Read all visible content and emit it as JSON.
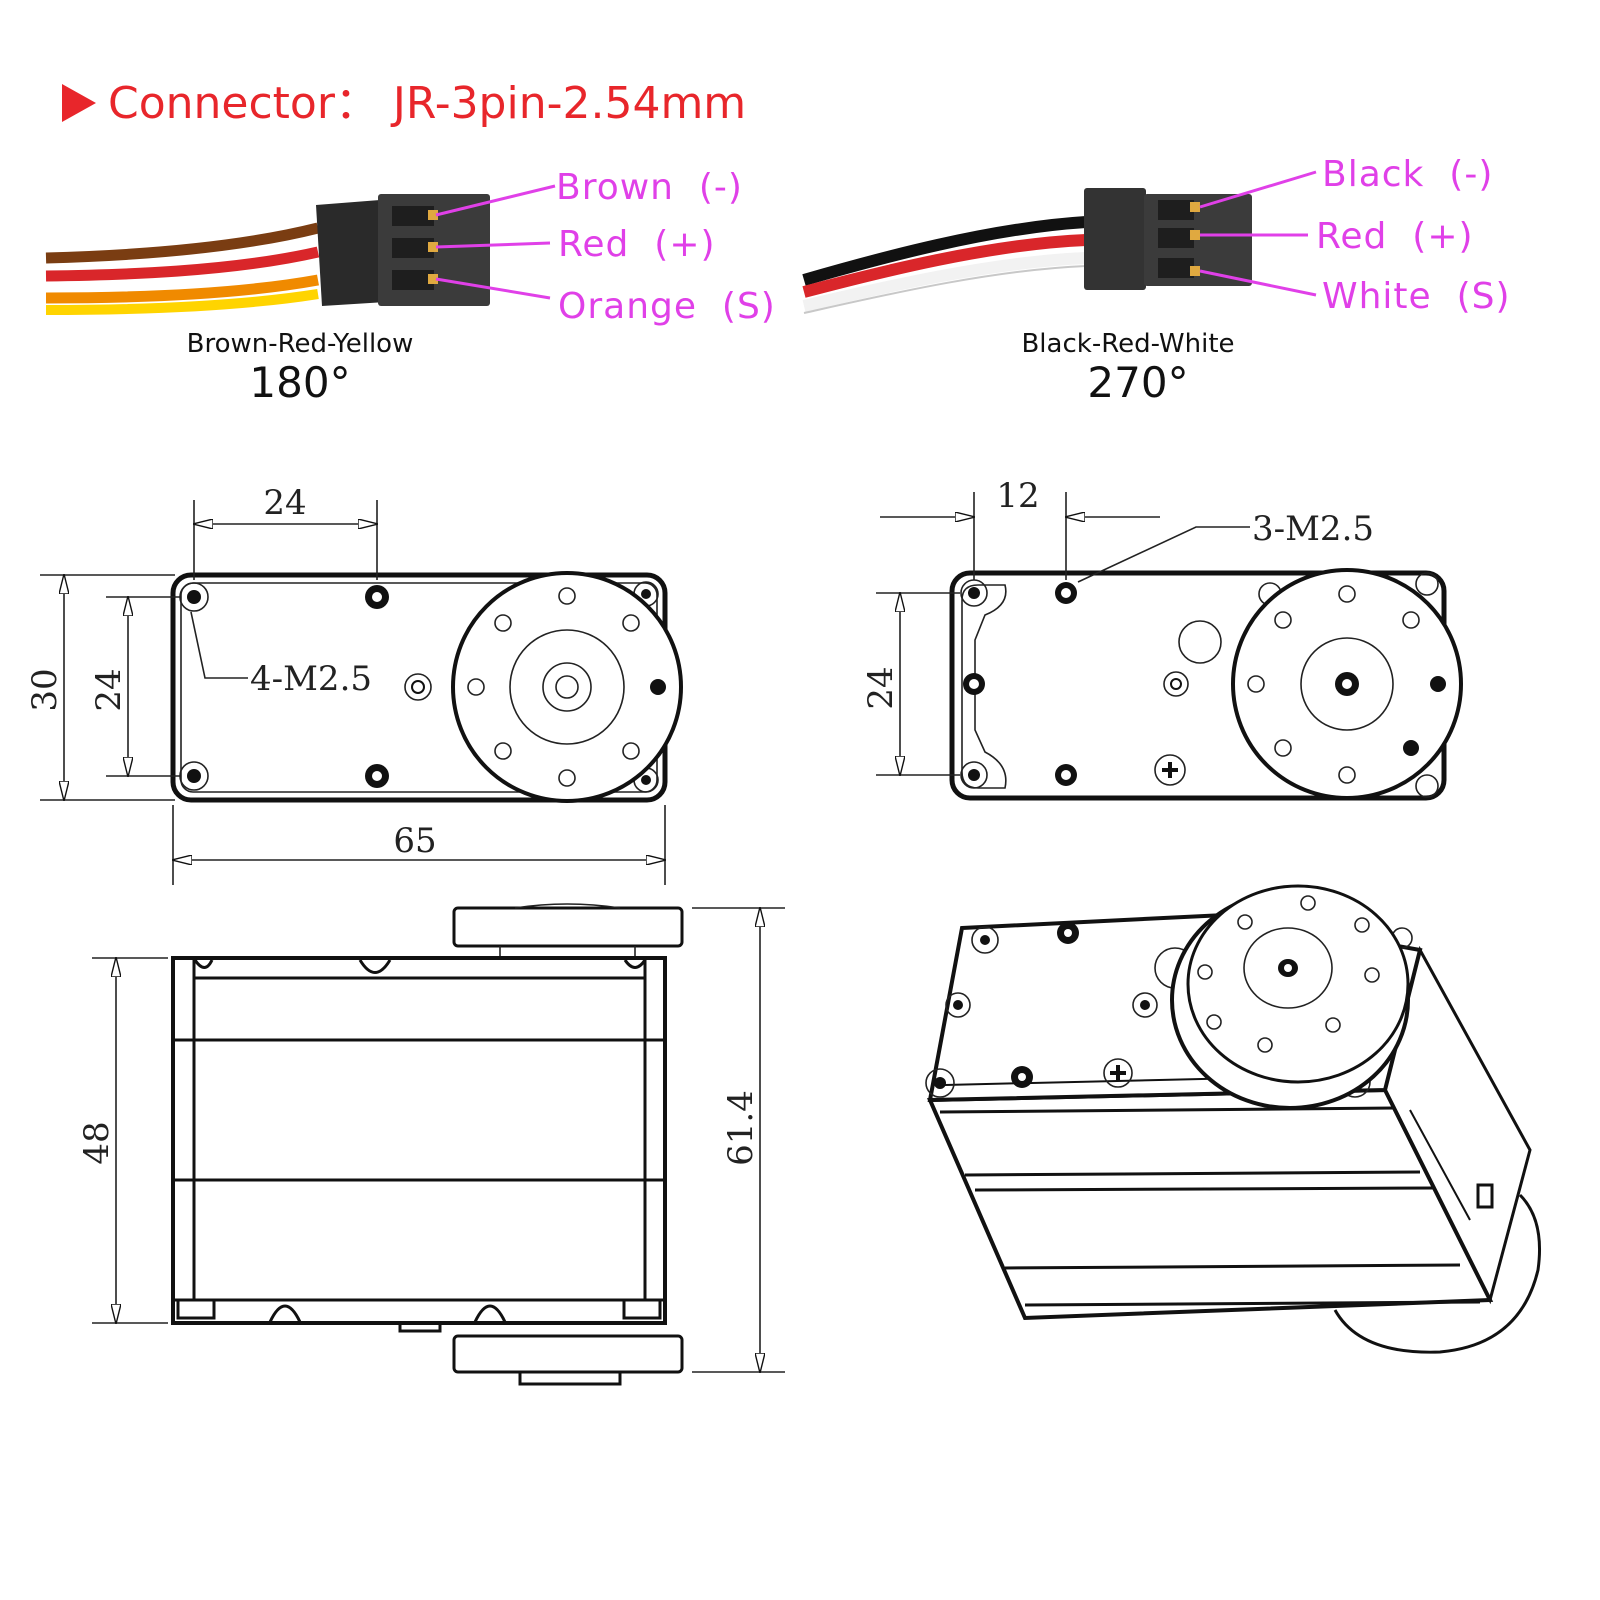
{
  "header": {
    "title": "Connector： JR-3pin-2.54mm",
    "arrow_color": "#e8262b",
    "title_color": "#e8262b"
  },
  "connector_left": {
    "pins": [
      "Brown  (-)",
      "Red  (+)",
      "Orange  (S)"
    ],
    "wire_colors": [
      "#7a3d12",
      "#d9262a",
      "#f5a400"
    ],
    "caption": "Brown-Red-Yellow",
    "angle": "180°"
  },
  "connector_right": {
    "pins": [
      "Black  (-)",
      "Red  (+)",
      "White  (S)"
    ],
    "wire_colors": [
      "#111111",
      "#d9262a",
      "#ffffff"
    ],
    "caption": "Black-Red-White",
    "angle": "270°"
  },
  "drawing_top_left": {
    "dim_hole_spacing": "24",
    "dim_height": "30",
    "dim_inner_height": "24",
    "dim_length": "65",
    "hole_callout": "4-M2.5"
  },
  "drawing_top_right": {
    "dim_hole_offset": "12",
    "dim_inner_height": "24",
    "hole_callout": "3-M2.5"
  },
  "drawing_side": {
    "dim_body_height": "48",
    "dim_total_height": "61.4"
  },
  "pin_label_color": "#e040e8"
}
